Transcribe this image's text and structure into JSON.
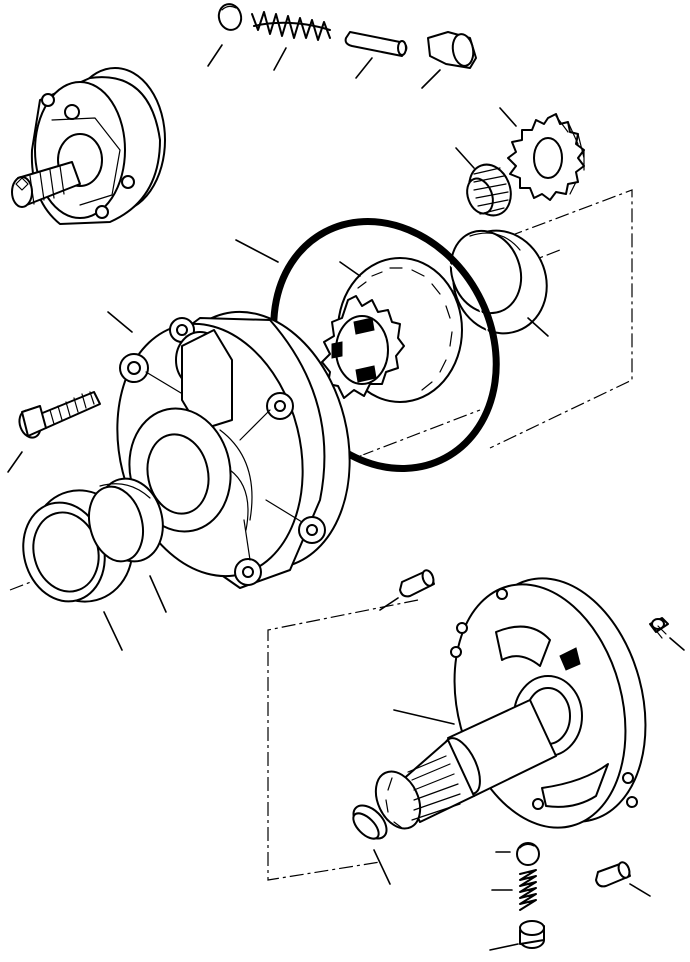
{
  "diagram": {
    "kind": "exploded parts view",
    "style": "black line art on white",
    "callout_labels": [],
    "parts": [
      {
        "name": "ball-check",
        "icon": "ball-icon"
      },
      {
        "name": "spring",
        "icon": "spring-icon"
      },
      {
        "name": "dowel-pin",
        "icon": "pin-icon"
      },
      {
        "name": "valve-plug",
        "icon": "plug-icon"
      },
      {
        "name": "pump-assembly-reference",
        "icon": "pump-icon"
      },
      {
        "name": "needle-bearing",
        "icon": "bearing-icon"
      },
      {
        "name": "drive-gear",
        "icon": "gear-icon"
      },
      {
        "name": "o-ring",
        "icon": "ring-icon"
      },
      {
        "name": "internal-gear",
        "icon": "gear-icon"
      },
      {
        "name": "bearing-cup",
        "icon": "cup-icon"
      },
      {
        "name": "pump-body",
        "icon": "housing-icon"
      },
      {
        "name": "cap-screw",
        "icon": "bolt-icon"
      },
      {
        "name": "oil-seal",
        "icon": "seal-icon"
      },
      {
        "name": "bushing",
        "icon": "bushing-icon"
      },
      {
        "name": "dowel-pin-lower",
        "icon": "pin-icon"
      },
      {
        "name": "set-screw",
        "icon": "screw-icon"
      },
      {
        "name": "stator-shaft-plate",
        "icon": "plate-icon"
      },
      {
        "name": "sealing-ring",
        "icon": "ring-icon"
      },
      {
        "name": "ball-check-lower",
        "icon": "ball-icon"
      },
      {
        "name": "spring-lower",
        "icon": "spring-icon"
      },
      {
        "name": "plug-lower",
        "icon": "plug-icon"
      },
      {
        "name": "pin-lower-right",
        "icon": "pin-icon"
      }
    ]
  }
}
